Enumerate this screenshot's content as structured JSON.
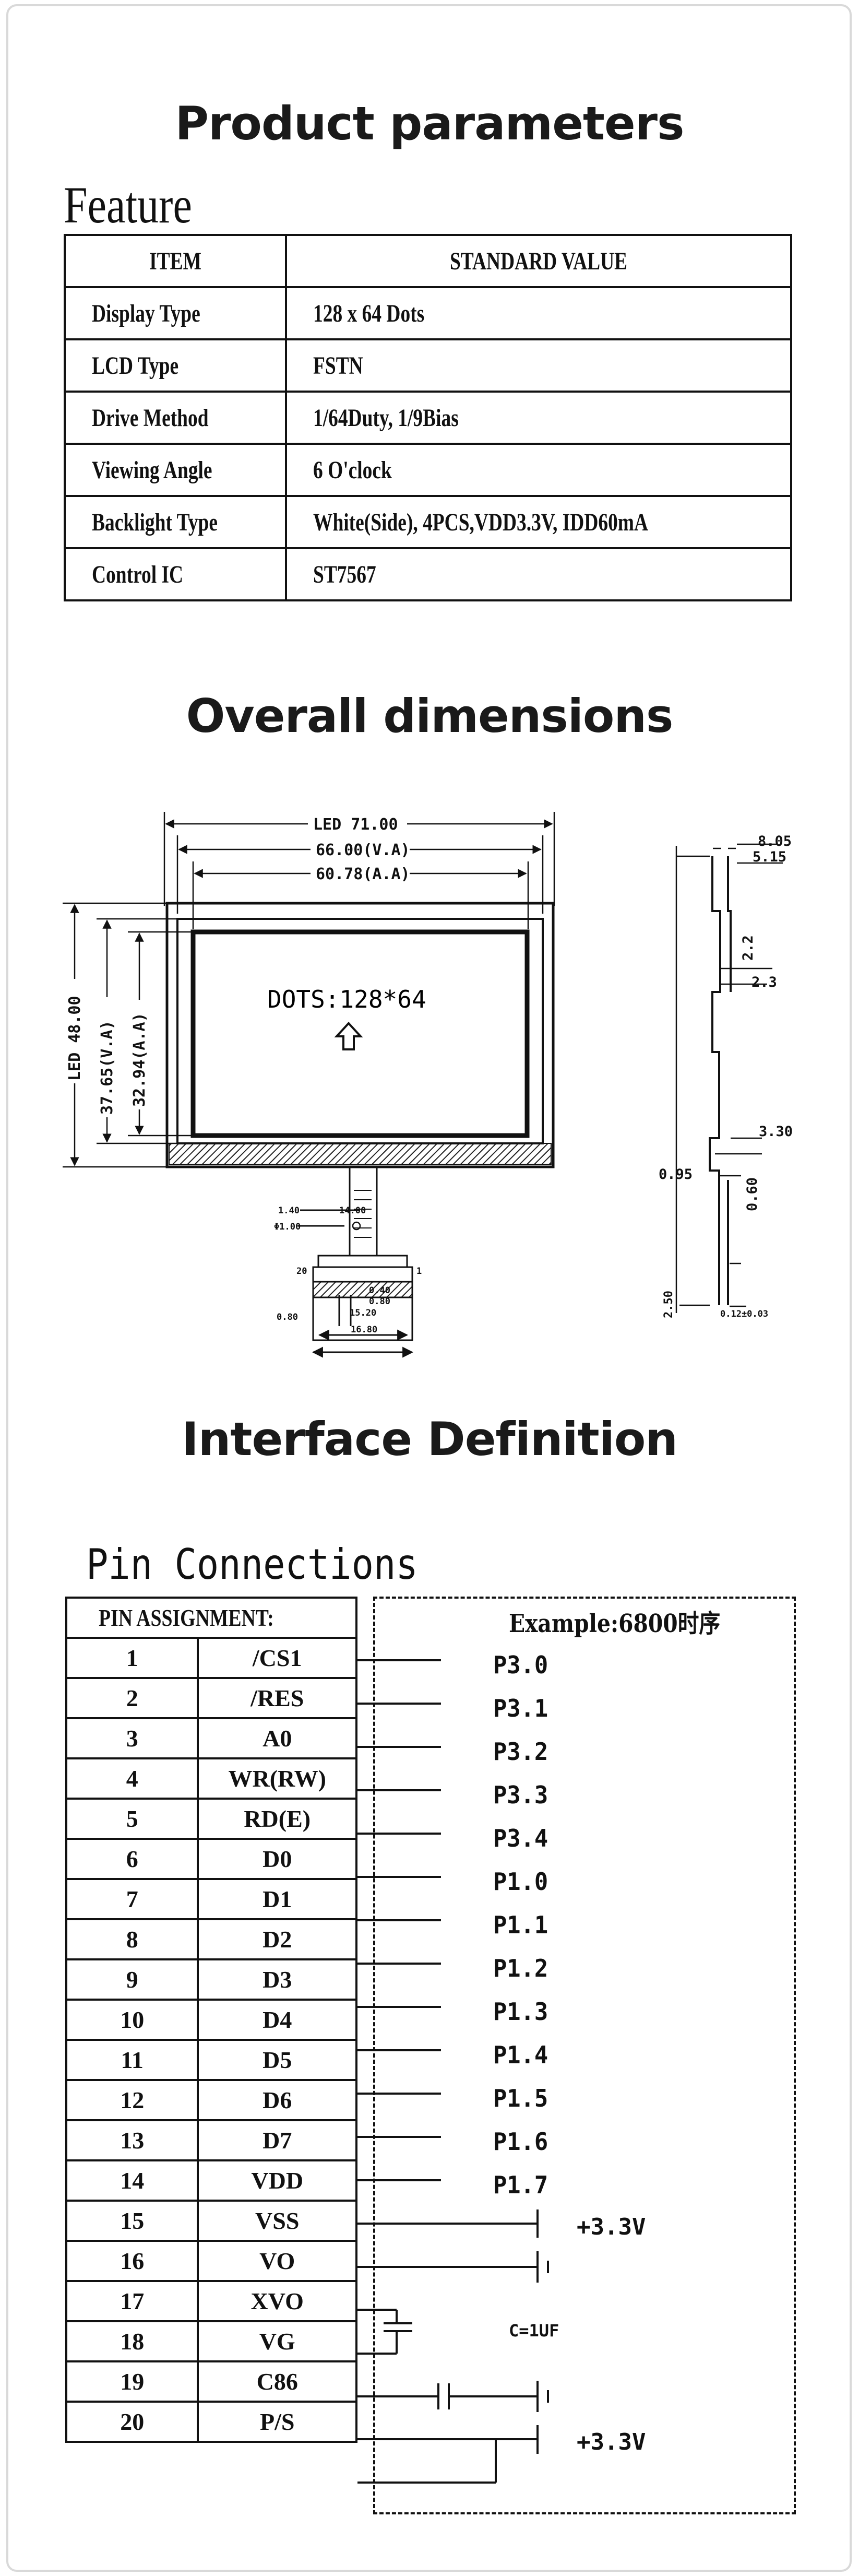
{
  "sections": {
    "product_parameters": "Product parameters",
    "overall_dimensions": "Overall dimensions",
    "interface_definition": "Interface Definition"
  },
  "feature": {
    "heading": "Feature",
    "columns": [
      "ITEM",
      "STANDARD VALUE"
    ],
    "rows": [
      {
        "item": "Display Type",
        "value": "128 x 64 Dots"
      },
      {
        "item": "LCD Type",
        "value": "FSTN"
      },
      {
        "item": "Drive Method",
        "value": "1/64Duty, 1/9Bias"
      },
      {
        "item": "Viewing Angle",
        "value": "6 O'clock"
      },
      {
        "item": "Backlight Type",
        "value": "White(Side), 4PCS,VDD3.3V, IDD60mA"
      },
      {
        "item": "Control IC",
        "value": "ST7567"
      }
    ]
  },
  "drawing": {
    "led_width": "LED 71.00",
    "va_width": "66.00(V.A)",
    "aa_width": "60.78(A.A)",
    "led_height": "LED 48.00",
    "va_height": "37.65(V.A)",
    "aa_height": "32.94(A.A)",
    "dots": "DOTS:128*64",
    "fpc_1_40": "1.40",
    "fpc_14_00": "14.00",
    "fpc_hole": "Φ1.00",
    "pin_20": "20",
    "pin_1": "1",
    "fpc_0_40": "0.40",
    "fpc_0_80a": "0.80",
    "fpc_15_20": "15.20",
    "fpc_16_80": "16.80",
    "fpc_0_80b": "0.80",
    "side_8_05": "8.05",
    "side_5_15": "5.15",
    "side_2_2": "2.2",
    "side_2_3": "2.3",
    "side_3_30": "3.30",
    "side_0_95": "0.95",
    "side_0_60": "0.60",
    "side_2_50": "2.50",
    "side_0_12": "0.12±0.03"
  },
  "pins": {
    "heading": "Pin Connections",
    "assignment_label": "PIN ASSIGNMENT:",
    "example_label": "Example:6800时序",
    "rows": [
      {
        "n": "1",
        "sig": "/CS1"
      },
      {
        "n": "2",
        "sig": "/RES"
      },
      {
        "n": "3",
        "sig": "A0"
      },
      {
        "n": "4",
        "sig": "WR(RW)"
      },
      {
        "n": "5",
        "sig": "RD(E)"
      },
      {
        "n": "6",
        "sig": "D0"
      },
      {
        "n": "7",
        "sig": "D1"
      },
      {
        "n": "8",
        "sig": "D2"
      },
      {
        "n": "9",
        "sig": "D3"
      },
      {
        "n": "10",
        "sig": "D4"
      },
      {
        "n": "11",
        "sig": "D5"
      },
      {
        "n": "12",
        "sig": "D6"
      },
      {
        "n": "13",
        "sig": "D7"
      },
      {
        "n": "14",
        "sig": "VDD"
      },
      {
        "n": "15",
        "sig": "VSS"
      },
      {
        "n": "16",
        "sig": "VO"
      },
      {
        "n": "17",
        "sig": "XVO"
      },
      {
        "n": "18",
        "sig": "VG"
      },
      {
        "n": "19",
        "sig": "C86"
      },
      {
        "n": "20",
        "sig": "P/S"
      }
    ],
    "ports": [
      "P3.0",
      "P3.1",
      "P3.2",
      "P3.3",
      "P3.4",
      "P1.0",
      "P1.1",
      "P1.2",
      "P1.3",
      "P1.4",
      "P1.5",
      "P1.6",
      "P1.7"
    ],
    "vdd_label": "+3.3V",
    "cap_label": "C=1UF",
    "c86_label": "+3.3V"
  }
}
